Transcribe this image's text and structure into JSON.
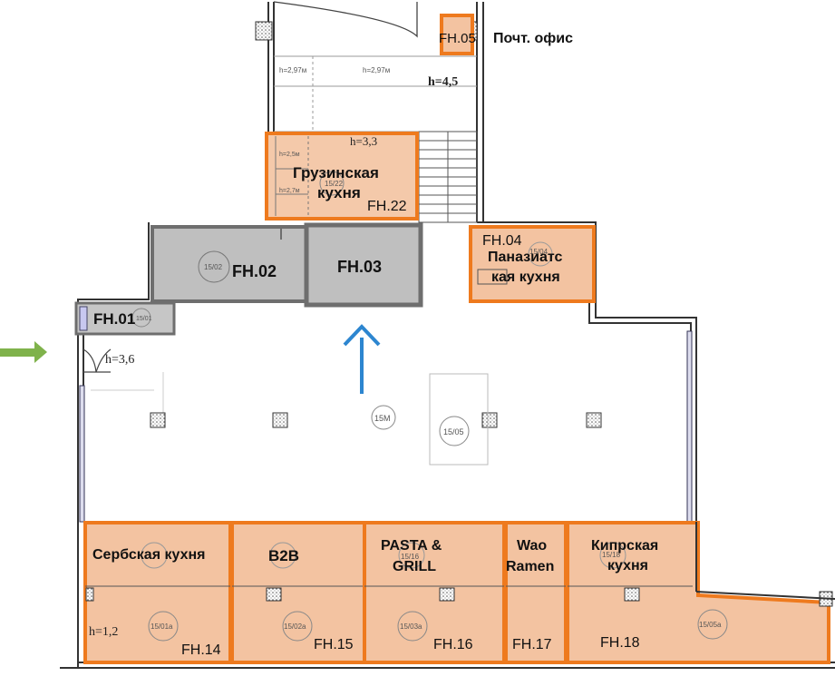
{
  "colors": {
    "orange_border": "#ee7a1e",
    "orange_fill": "#f3c3a1",
    "gray_fill": "#bfbfbf",
    "gray_border": "#6e6e6e",
    "blue_arrow": "#2d86d0",
    "green_arrow": "#7fb24b",
    "wall": "#333333"
  },
  "units": [
    {
      "code": "FH.01",
      "name": "",
      "room": "15/01"
    },
    {
      "code": "FH.02",
      "name": "",
      "room": "15/02"
    },
    {
      "code": "FH.03",
      "name": "",
      "room": ""
    },
    {
      "code": "FH.04",
      "name_line1": "Паназиатс",
      "name_line2": "кая кухня",
      "room": "15/04"
    },
    {
      "code": "FH.05",
      "name": "Почт. офис"
    },
    {
      "code": "FH.14",
      "name": "Сербская кухня",
      "room_top": "",
      "room_bottom": "15/01а"
    },
    {
      "code": "FH.15",
      "name": "B2B",
      "room": "15/02а"
    },
    {
      "code": "FH.16",
      "name_line1": "PASTA &",
      "name_line2": "GRILL",
      "room_top": "15/16",
      "room_bottom": "15/03а"
    },
    {
      "code": "FH.17",
      "name_line1": "Wao",
      "name_line2": "Ramen"
    },
    {
      "code": "FH.18",
      "name_line1": "Кипрская",
      "name_line2": "кухня",
      "room_top": "15/18",
      "room_bottom": "15/05а"
    },
    {
      "code": "FH.22",
      "name_line1": "Грузинская",
      "name_line2": "кухня",
      "room": "15/22"
    }
  ],
  "rooms": {
    "hall": "15М",
    "center": "15/05"
  },
  "heights": {
    "top_left": "h=2,97м",
    "top_right": "h=2,97м",
    "top_big": "h=4,5",
    "geo_big": "h=3,3",
    "geo_a": "h=2,5м",
    "geo_b": "h=2,7м",
    "entry": "h=3,6",
    "south": "h=1,2"
  },
  "icons": {
    "entrance": "green-arrow-icon",
    "direction": "blue-arrow-icon",
    "column": "column-icon"
  }
}
